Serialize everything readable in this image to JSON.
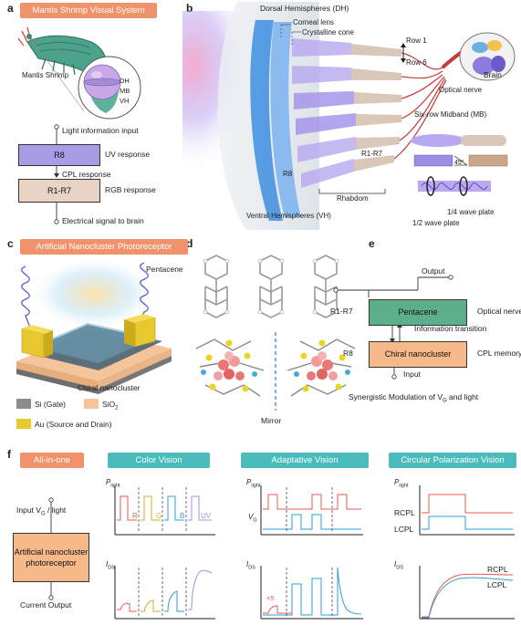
{
  "panels": {
    "a": "a",
    "b": "b",
    "c": "c",
    "d": "d",
    "e": "e",
    "f": "f"
  },
  "a": {
    "header": "Mantis Shrimp Visual System",
    "animal": "Mantis Shrimp",
    "eye_regions": [
      "DH",
      "MB",
      "VH"
    ],
    "input": "Light information input",
    "box1": "R8",
    "box1_resp": "UV response",
    "mid_resp": "CPL response",
    "box2": "R1-R7",
    "box2_resp": "RGB response",
    "output": "Electrical signal to brain"
  },
  "b": {
    "dorsal": "Dorsal Hemispheres (DH)",
    "corneal": "Corneal lens",
    "cone": "Crystalline cone",
    "row1": "Row 1",
    "row6": "Row 6",
    "brain": "Brain",
    "optical": "Optical nerve",
    "midband": "Six-row Midband (MB)",
    "r1r7": "R1-R7",
    "r8": "R8",
    "angle": "45°",
    "rhabdom": "Rhabdom",
    "ventral": "Ventral Hemispheres (VH)",
    "quarter": "1/4 wave plate",
    "half": "1/2 wave plate"
  },
  "c": {
    "header": "Artificial Nanocluster Photoreceptor",
    "pentacene": "Pentacene",
    "chiral": "Chiral nanocluster",
    "legend": [
      {
        "label": "Si (Gate)",
        "color": "#8c8c8c"
      },
      {
        "label": "SiO",
        "sub": "2",
        "color": "#f5c49a"
      },
      {
        "label": "Au (Source and Drain)",
        "color": "#e8c830"
      }
    ]
  },
  "d": {
    "mirror": "Mirror"
  },
  "e": {
    "output": "Output",
    "r1r7": "R1-R7",
    "pentacene": "Pentacene",
    "optical": "Optical nerve",
    "transition": "Information transition",
    "r8": "R8",
    "chiral": "Chiral nanocluster",
    "cpl": "CPL memory unit",
    "input": "Input",
    "caption_pre": "Synergistic Modulation of V",
    "caption_sub": "G",
    "caption_post": " and light"
  },
  "f": {
    "allinone": "All-in-one",
    "input_pre": "Input V",
    "input_sub": "G",
    "input_post": " / light",
    "box": "Artificial nanocluster photoreceptor",
    "output": "Current Output",
    "color_title": "Color Vision",
    "adapt_title": "Adaptative Vision",
    "circ_title": "Circular Polarization Vision",
    "p": "P",
    "p_sub": "light",
    "i": "I",
    "i_sub": "DS",
    "vg": "V",
    "vg_sub": "G",
    "colors": [
      "R",
      "G",
      "B",
      "UV"
    ],
    "x5": "×5",
    "rcpl": "RCPL",
    "lcpl": "LCPL"
  },
  "colors": {
    "red": "#e8584a",
    "yellow": "#c9b22a",
    "blue": "#2e9fd8",
    "violet": "#a58fe0",
    "orange": "#f0926b",
    "teal": "#4bbcbc",
    "purple_box": "#a99be6",
    "tan_box": "#e9d3c4",
    "green_box": "#5daf8c",
    "orange_box": "#f7b98a"
  }
}
